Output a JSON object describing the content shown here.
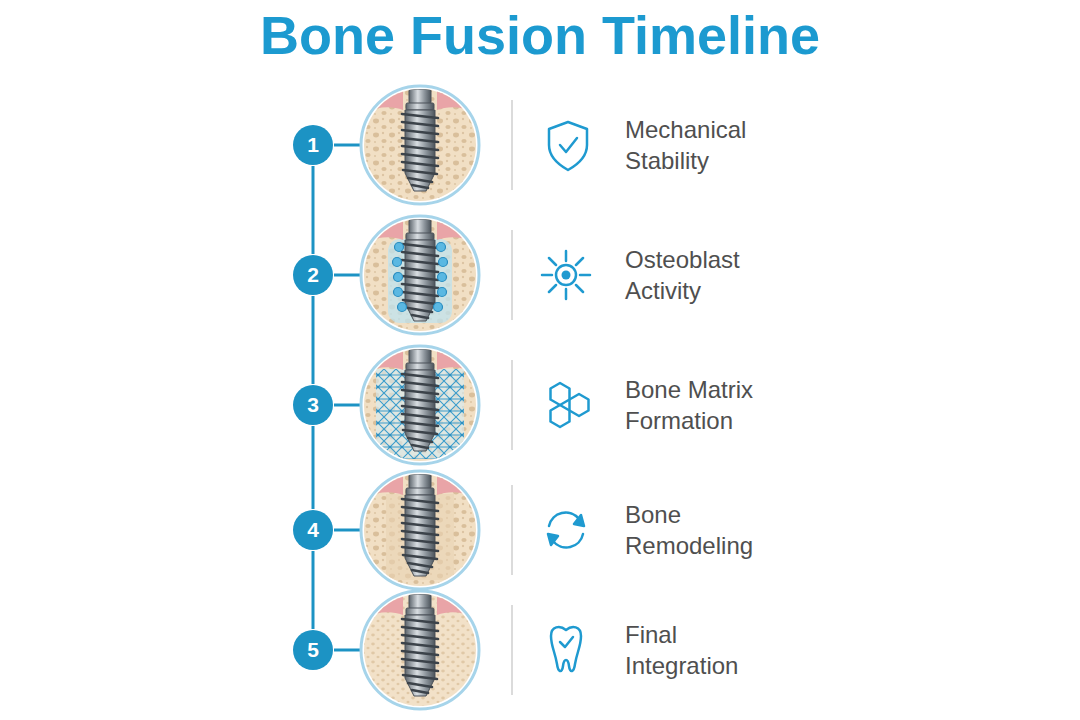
{
  "diagram": {
    "title": "Bone Fusion Timeline",
    "nodes": [
      {
        "text": [
          "1"
        ]
      },
      {
        "text": [
          "2"
        ]
      },
      {
        "text": [
          "3"
        ]
      },
      {
        "text": [
          "4"
        ]
      },
      {
        "text": [
          "5"
        ]
      }
    ],
    "edges": [
      {
        "from": 0,
        "to": 1,
        "arrow": "none"
      },
      {
        "from": 1,
        "to": 2,
        "arrow": "none"
      },
      {
        "from": 2,
        "to": 3,
        "arrow": "none"
      },
      {
        "from": 3,
        "to": 4,
        "arrow": "none"
      }
    ],
    "labels": [
      "Mechanical Stability",
      "Osteoblast Activity",
      "Bone Matrix Formation",
      "Bone Remodeling",
      "Final Integration"
    ]
  }
}
